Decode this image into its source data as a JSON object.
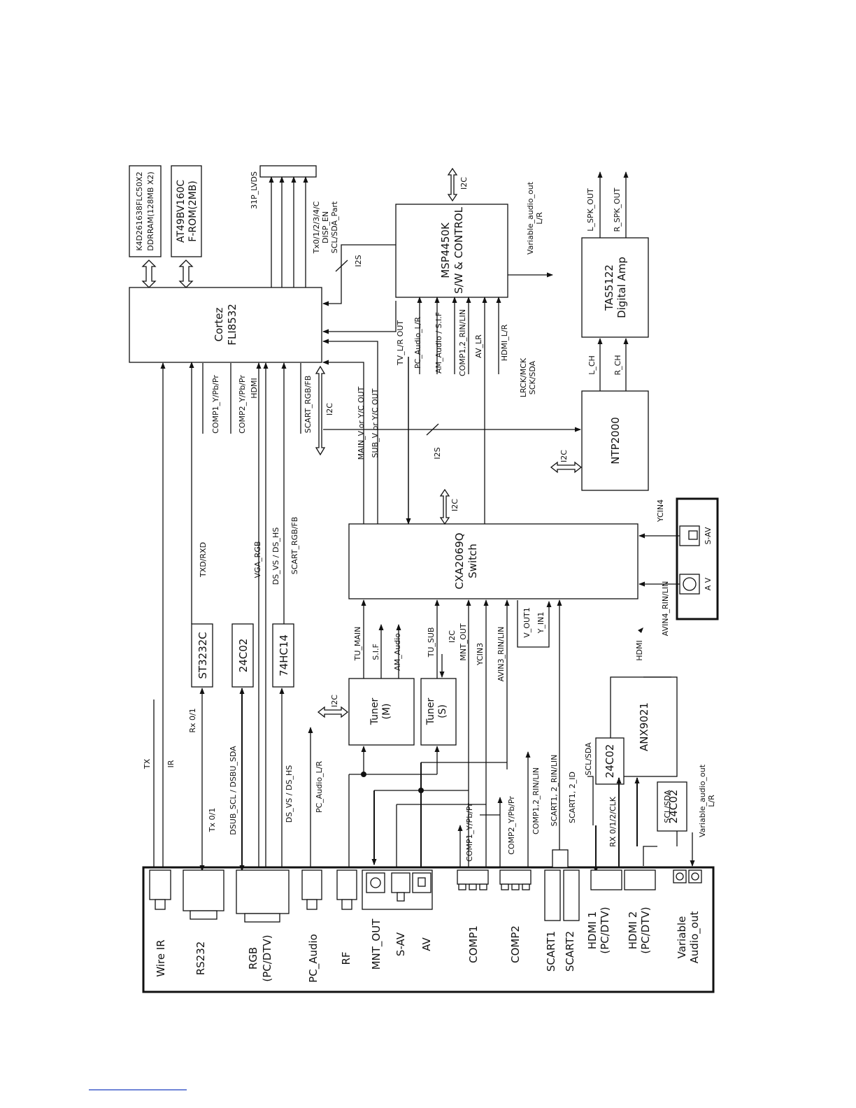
{
  "blocks": {
    "ddr": [
      "K4D261638FLC50X2",
      "DDRRAM(128MB X2)"
    ],
    "from": [
      "AT49BV160C",
      "F-ROM(2MB)"
    ],
    "cortez": [
      "Cortez",
      "FLI8532"
    ],
    "msp": [
      "MSP4450K",
      "S/W & CONTROL"
    ],
    "tas": [
      "TAS5122",
      "Digital Amp"
    ],
    "ntp": [
      "NTP2000"
    ],
    "cxa": [
      "CXA2069Q",
      "Switch"
    ],
    "tuner_m": [
      "Tuner",
      "(M)"
    ],
    "tuner_s": [
      "Tuner",
      "(S)"
    ],
    "anx": [
      "ANX9021"
    ],
    "st3232": [
      "ST3232C"
    ],
    "c24c02_top": [
      "24C02"
    ],
    "hc14": [
      "74HC14"
    ],
    "c24c02_a": [
      "24C02"
    ],
    "c24c02_b": [
      "24C02"
    ],
    "lvds_connector_label": "31P_LVDS"
  },
  "signals": {
    "lvds1": "Tx0/1/2/3/4/C",
    "lvds2": "DISP_EN",
    "lvds3": "SCL/SDA_Part",
    "i2s_top": "I2S",
    "i2c_msp": "I2C",
    "var_audio_top1": "Variable_audio_out",
    "var_audio_top2": "L/R",
    "l_spk": "L_SPK_OUT",
    "r_spk": "R_SPK_OUT",
    "tv_lr": "TV_L/R OUT",
    "pc_audio_lr": "PC_Audio_L/R",
    "am_audio_sif": "AM_Audio / S.I.F",
    "comp12_rin": "COMP1,2_RIN/LIN",
    "av_lr": "AV_LR",
    "hdmi_lr": "HDMI_L/R",
    "lrck1": "LRCK/MCK",
    "lrck2": "SCK/SDA",
    "l_ch": "L_CH",
    "r_ch": "R_CH",
    "i2c_ntp": "I2C",
    "comp1_ypbpr": "COMP1_Y/Pb/Pr",
    "comp2_ypbpr": "COMP2_Y/Pb/Pr",
    "hdmi": "HDMI",
    "scart_rgbfb": "SCART_RGB/FB",
    "i2c_cortez": "I2C",
    "main_v": "MAIN_V or Y/C OUT",
    "sub_v": "SUB_V or Y/C OUT",
    "i2s_mid": "I2S",
    "i2c_cxa": "I2C",
    "txd_rxd": "TXD/RXD",
    "vga_rgb": "VGA_RGB",
    "ds_vs_hs": "DS_VS / DS_HS",
    "scart_rgbfb2": "SCART_RGB/FB",
    "ycin4": "YCIN4",
    "tu_main": "TU_MAIN",
    "sif": "S.I.F",
    "am_audio": "AM_Audio",
    "tu_sub": "TU_SUB",
    "i2c_tuner_s": "I2C",
    "mnt_out": "MNT_OUT",
    "ycin3": "YCIN3",
    "avin3": "AVIN3_RIN/LIN",
    "v_out1": "V_OUT1",
    "y_in1": "Y_IN1",
    "hdmi_small": "HDMI",
    "avin4": "AVIN4_RIN/LIN",
    "i2c_tuner_m": "I2C",
    "tx": "TX",
    "ir": "IR",
    "rx01": "Rx 0/1",
    "tx01": "Tx 0/1",
    "dsub_scl": "DSUB_SCL / DSBU_SDA",
    "ds_vs_hs2": "DS_VS / DS_HS",
    "pc_audio_lr2": "PC_Audio_L/R",
    "comp1_ypbpr2": "COMP1_Y/Pb/Pr",
    "comp2_ypbpr2": "COMP2_Y/Pb/Pr",
    "comp12_rin2": "COMP1,2_RIN/LIN",
    "scart12_rin": "SCART1, 2_RIN/LIN",
    "scart12_id": "SCART1, 2_ID",
    "scl_sda_a": "SCL/SDA",
    "rx012": "RX 0/1/2/CLK",
    "scl_sda_b": "SCL/SDA",
    "var_audio_b1": "Variable_audio_out",
    "var_audio_b2": "L/R"
  },
  "sav_panel": {
    "sav": "S-AV",
    "av": "A V"
  },
  "connectors": {
    "wire_ir": [
      "Wire IR"
    ],
    "rs232": [
      "RS232"
    ],
    "rgb": [
      "RGB",
      "(PC/DTV)"
    ],
    "pc_audio": [
      "PC_Audio"
    ],
    "rf": [
      "RF"
    ],
    "mnt_out": [
      "MNT_OUT"
    ],
    "s_av": [
      "S-AV"
    ],
    "av": [
      "AV"
    ],
    "comp1": [
      "COMP1"
    ],
    "comp2": [
      "COMP2"
    ],
    "scart1": [
      "SCART1"
    ],
    "scart2": [
      "SCART2"
    ],
    "hdmi1": [
      "HDMI 1",
      "(PC/DTV)"
    ],
    "hdmi2": [
      "HDMI 2",
      "(PC/DTV)"
    ],
    "variable": [
      "Variable",
      "Audio_out"
    ]
  },
  "style": {
    "line_color": "#111111",
    "footer_rule_color": "#1a3fbf"
  }
}
